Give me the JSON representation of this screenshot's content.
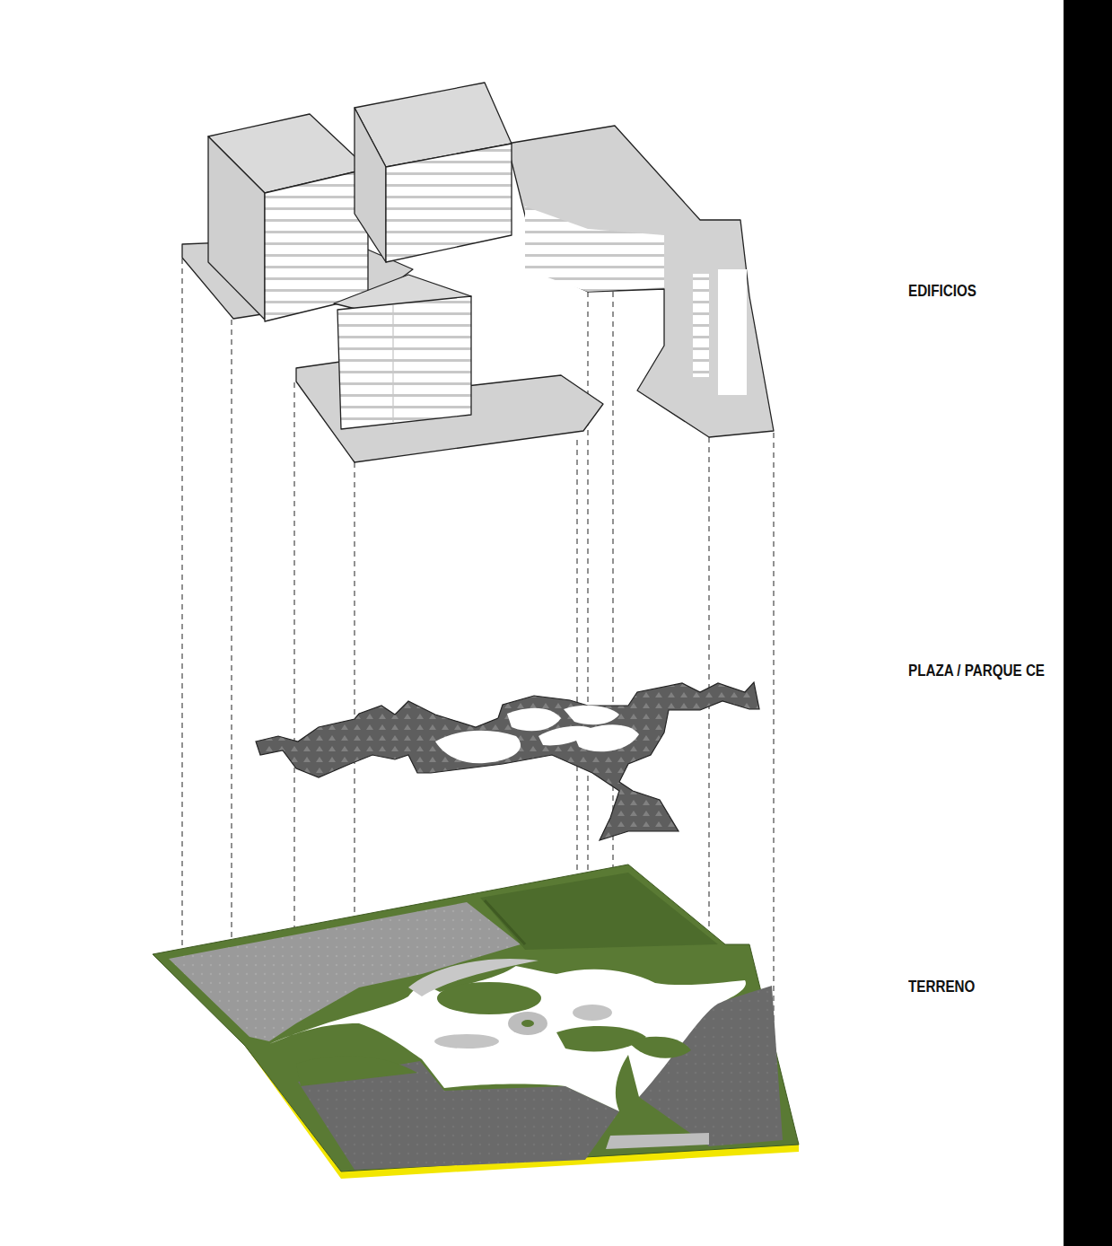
{
  "diagram": {
    "labels": [
      "EDIFICIOS",
      "PLAZA / PARQUE CE",
      "TERRENO"
    ]
  }
}
